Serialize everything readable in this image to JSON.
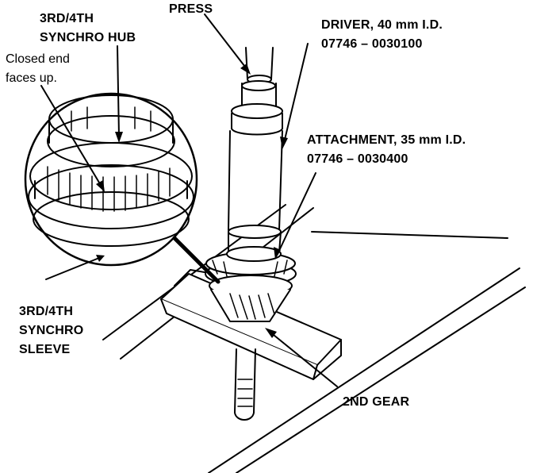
{
  "callouts": {
    "press": "PRESS",
    "driver_line1": "DRIVER, 40 mm I.D.",
    "driver_line2": "07746 – 0030100",
    "attachment_line1": "ATTACHMENT, 35 mm I.D.",
    "attachment_line2": "07746 – 0030400",
    "hub_line1": "3RD/4TH",
    "hub_line2": "SYNCHRO HUB",
    "closed_end_line1": "Closed end",
    "closed_end_line2": "faces up.",
    "sleeve_line1": "3RD/4TH",
    "sleeve_line2": "SYNCHRO",
    "sleeve_line3": "SLEEVE",
    "second_gear": "2ND GEAR"
  }
}
